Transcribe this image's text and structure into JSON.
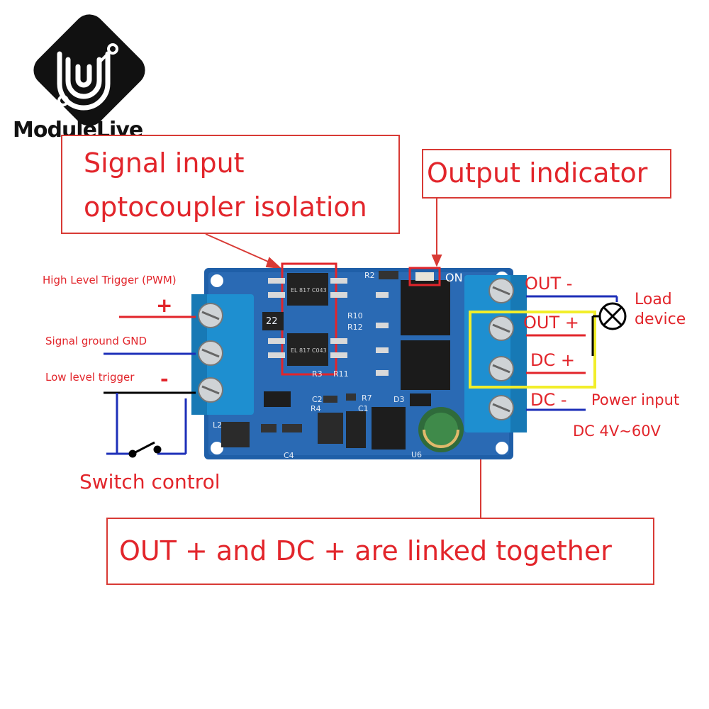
{
  "logo": {
    "brand": "ModuleLive"
  },
  "callouts": {
    "signal_input_line1": "Signal input",
    "signal_input_line2": "optocoupler isolation",
    "output_indicator": "Output indicator",
    "linked": "OUT + and DC + are linked together"
  },
  "left_labels": {
    "high_level_trigger": "High Level Trigger (PWM)",
    "plus": "+",
    "signal_ground": "Signal ground  GND",
    "low_level_trigger": "Low level trigger",
    "minus": "-",
    "switch_control": "Switch control"
  },
  "right_labels": {
    "out_minus": "OUT -",
    "out_plus": "OUT +",
    "dc_plus": "DC +",
    "dc_minus": "DC -",
    "load_line1": "Load",
    "load_line2": "device",
    "power_input": "Power input",
    "dc_range": "DC 4V~60V"
  },
  "board_silk": {
    "on": "ON",
    "r2": "R2",
    "r10": "R10",
    "r12": "R12",
    "r11": "R11",
    "r3": "R3",
    "c2": "C2",
    "r4": "R4",
    "r7": "R7",
    "c1": "C1",
    "d3": "D3",
    "l2": "L2",
    "c4": "C4",
    "u6": "U6",
    "opto1": "EL 817 C043",
    "opto2": "EL 817 C043",
    "resistor22": "22"
  },
  "colors": {
    "callout_red": "#e2252b",
    "board_blue": "#1f5fa8",
    "terminal_blue": "#1e8fd0",
    "highlight_yellow": "#f2ee2a",
    "wire_blue": "#1d2fb8"
  }
}
